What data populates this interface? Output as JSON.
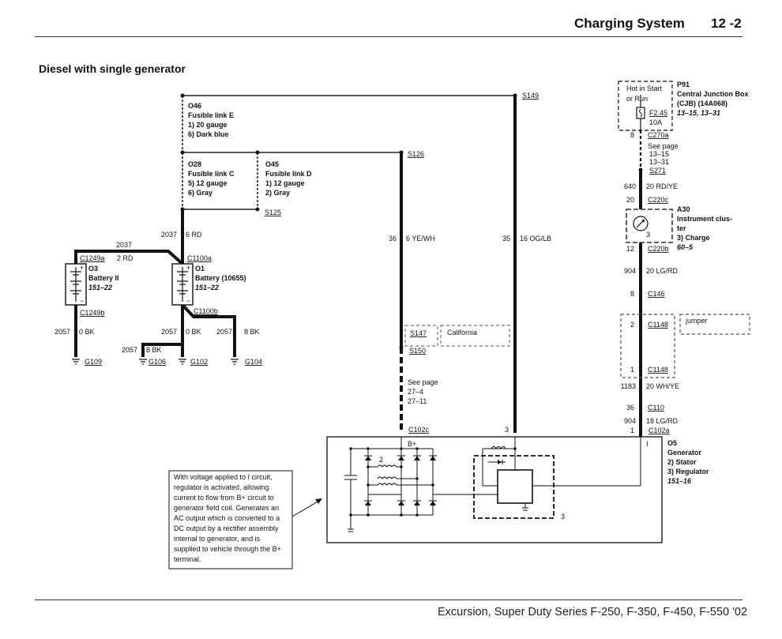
{
  "header": {
    "title": "Charging System",
    "page": "12 -2"
  },
  "section_title": "Diesel with single generator",
  "footer": "Excursion, Super Duty Series F-250, F-350, F-450, F-550 '02",
  "fusible_links": {
    "o46": {
      "id": "O46",
      "name": "Fusible link E",
      "l1": "1)  20 gauge",
      "l2": "6)  Dark blue"
    },
    "o28": {
      "id": "O28",
      "name": "Fusible link C",
      "l1": "5)  12 gauge",
      "l2": "6)  Gray"
    },
    "o45": {
      "id": "O45",
      "name": "Fusible link D",
      "l1": "1)  12 gauge",
      "l2": "2)  Gray"
    }
  },
  "splices": {
    "s149": "S149",
    "s126": "S126",
    "s125": "S125",
    "s147": "S147",
    "s150": "S150",
    "s271": "S271"
  },
  "connectors": {
    "c1249a": "C1249a",
    "c1249b": "C1249b",
    "c1100a": "C1100a",
    "c1100b": "C1100b",
    "c270a": "C270a",
    "c220c": "C220c",
    "c220b": "C220b",
    "c146": "C146",
    "c1148_top": "C1148",
    "c1148_bot": "C1148",
    "c110": "C110",
    "c102a": "C102a",
    "c102c": "C102c"
  },
  "batteries": {
    "o3": {
      "id": "O3",
      "name": "Battery II",
      "ref": "151–22"
    },
    "o1": {
      "id": "O1",
      "name": "Battery (10655)",
      "ref": "151–22"
    }
  },
  "grounds": {
    "g109": "G109",
    "g106": "G106",
    "g102": "G102",
    "g104": "G104"
  },
  "wires": {
    "w2037_top_circuit": "2037",
    "w2037_top_color": "6 RD",
    "w2037_h_circuit": "2037",
    "w2037_h_color": "2 RD",
    "w2057_g109_circuit": "2057",
    "w2057_g109_color": "0 BK",
    "w2057_g102_circuit": "2057",
    "w2057_g102_color": "0 BK",
    "w2057_g104_circuit": "2057",
    "w2057_g104_color": "8 BK",
    "w2057_g106_circuit": "2057",
    "w2057_g106_color": "8 BK",
    "w36_circuit": "36",
    "w36_color": "6 YE/WH",
    "w35_circuit": "35",
    "w35_color": "16 OG/LB",
    "w640_circuit": "640",
    "w640_color": "20 RD/YE",
    "w904_circuit": "904",
    "w904_color": "20 LG/RD",
    "w1183_circuit": "1183",
    "w1183_color": "20 WH/YE",
    "w904b_circuit": "904",
    "w904b_color": "18 LG/RD"
  },
  "pins": {
    "c270a_pin": "8",
    "c220c_pin": "20",
    "c220b_pin": "12",
    "c146_pin": "8",
    "c1148_top_pin": "2",
    "c1148_bot_pin": "1",
    "c110_pin": "36",
    "c102a_pin": "1",
    "c102c_pin3": "3",
    "bplus": "B+",
    "gen_i": "I",
    "stator_num": "2",
    "regulator_num": "3",
    "cluster_num": "3"
  },
  "cjb": {
    "id": "P91",
    "name1": "Central Junction Box",
    "name2": "(CJB) (14A068)",
    "ref": "13–15, 13–31",
    "hot1": "Hot in Start",
    "hot2": "or Run",
    "fuse": "F2.45",
    "amps": "10A",
    "see1": "See page",
    "see2": "13–15",
    "see3": "13–31"
  },
  "cluster": {
    "id": "A30",
    "name1": "Instrument clus-",
    "name2": "ter",
    "item": "3)   Charge",
    "ref": "60–5"
  },
  "generator": {
    "id": "O5",
    "name": "Generator",
    "item1": "2)   Stator",
    "item2": "3)   Regulator",
    "ref": "151–16"
  },
  "notes": {
    "california": "California",
    "jumper": "jumper",
    "see_page_1": "See page",
    "see_page_2": "27–4",
    "see_page_3": "27–11"
  },
  "callout": {
    "lines": [
      "With voltage applied to I circuit,",
      "regulator is activated, allowing",
      "current to flow from B+  circuit to",
      "generator field coil. Generates an",
      "AC output which is converted to a",
      "DC output by a rectifier assembly",
      "internal to generator, and is",
      "supplied to vehicle through the B+",
      "terminal."
    ]
  }
}
